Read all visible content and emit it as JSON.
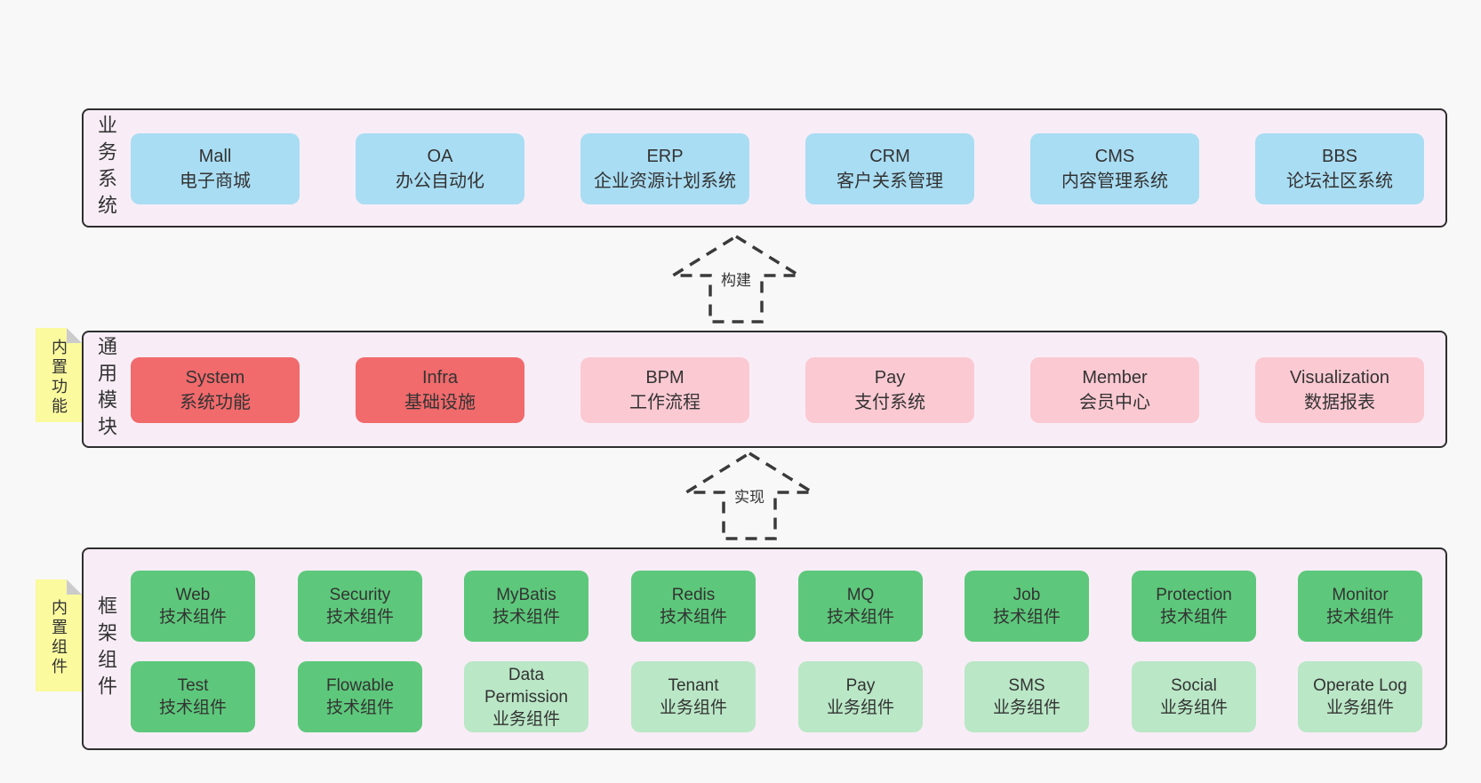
{
  "colors": {
    "page_bg": "#f8f8f8",
    "band_bg": "#f8edf6",
    "band_border": "#2e2e2e",
    "blue_box": "#a9ddf3",
    "red_box": "#f16a6c",
    "pink_box": "#fbc9d2",
    "green_dark_box": "#5dc87b",
    "green_light_box": "#bae7c6",
    "sticky_yellow": "#fbfa9e",
    "fold_gray": "#cbcbcb",
    "arrow_dash": "#3a3a3a",
    "text": "#333333"
  },
  "band1": {
    "label": "业务系统",
    "boxes": [
      {
        "title": "Mall",
        "subtitle": "电子商城"
      },
      {
        "title": "OA",
        "subtitle": "办公自动化"
      },
      {
        "title": "ERP",
        "subtitle": "企业资源计划系统"
      },
      {
        "title": "CRM",
        "subtitle": "客户关系管理"
      },
      {
        "title": "CMS",
        "subtitle": "内容管理系统"
      },
      {
        "title": "BBS",
        "subtitle": "论坛社区系统"
      }
    ]
  },
  "arrow1": {
    "label": "构建"
  },
  "band2": {
    "label": "通用模块",
    "sticky": "内置功能",
    "boxes": [
      {
        "title": "System",
        "subtitle": "系统功能"
      },
      {
        "title": "Infra",
        "subtitle": "基础设施"
      },
      {
        "title": "BPM",
        "subtitle": "工作流程"
      },
      {
        "title": "Pay",
        "subtitle": "支付系统"
      },
      {
        "title": "Member",
        "subtitle": "会员中心"
      },
      {
        "title": "Visualization",
        "subtitle": "数据报表"
      }
    ]
  },
  "arrow2": {
    "label": "实现"
  },
  "band3": {
    "label": "框架组件",
    "sticky": "内置组件",
    "row1": [
      {
        "title": "Web",
        "subtitle": "技术组件"
      },
      {
        "title": "Security",
        "subtitle": "技术组件"
      },
      {
        "title": "MyBatis",
        "subtitle": "技术组件"
      },
      {
        "title": "Redis",
        "subtitle": "技术组件"
      },
      {
        "title": "MQ",
        "subtitle": "技术组件"
      },
      {
        "title": "Job",
        "subtitle": "技术组件"
      },
      {
        "title": "Protection",
        "subtitle": "技术组件"
      },
      {
        "title": "Monitor",
        "subtitle": "技术组件"
      }
    ],
    "row2": [
      {
        "title": "Test",
        "subtitle": "技术组件"
      },
      {
        "title": "Flowable",
        "subtitle": "技术组件"
      },
      {
        "title": "Data Permission",
        "subtitle": "业务组件"
      },
      {
        "title": "Tenant",
        "subtitle": "业务组件"
      },
      {
        "title": "Pay",
        "subtitle": "业务组件"
      },
      {
        "title": "SMS",
        "subtitle": "业务组件"
      },
      {
        "title": "Social",
        "subtitle": "业务组件"
      },
      {
        "title": "Operate Log",
        "subtitle": "业务组件"
      }
    ]
  }
}
